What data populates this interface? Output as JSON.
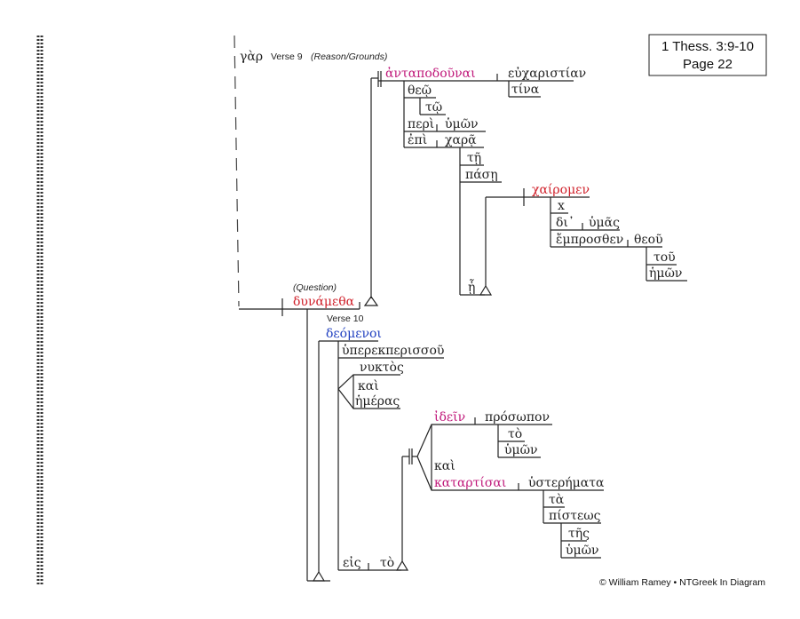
{
  "reference": {
    "line1": "1 Thess. 3:9-10",
    "line2": "Page 22"
  },
  "labels": {
    "gar": "γὰρ",
    "verse9": "Verse 9",
    "reason": "(Reason/Grounds)",
    "question": "(Question)",
    "verse10": "Verse 10"
  },
  "words": {
    "antapodounai": "ἀνταποδοῦναι",
    "eucharistian": "εὐχαριστίαν",
    "tina": "τίνα",
    "theo": "θεῷ",
    "to_dat": "τῷ",
    "peri": "περὶ",
    "hymon1": "ὑμῶν",
    "epi": "ἐπὶ",
    "chara": "χαρᾷ",
    "te": "τῇ",
    "pase": "πάσῃ",
    "chairomen": "χαίρομεν",
    "x": "x",
    "di": "δι᾽",
    "hymas": "ὑμᾶς",
    "emprosthen": "ἔμπροσθεν",
    "theou": "θεοῦ",
    "tou": "τοῦ",
    "hemon": "ἡμῶν",
    "he": "ᾗ",
    "dynametha": "δυνάμεθα",
    "deomenoi": "δεόμενοι",
    "hyperekperissou": "ὑπερεκπερισσοῦ",
    "nyktos": "νυκτὸς",
    "kai1": "καὶ",
    "hemeras": "ἡμέρας",
    "idein": "ἰδεῖν",
    "prosopon": "πρόσωπον",
    "to_acc": "τὸ",
    "hymon2": "ὑμῶν",
    "kai2": "καὶ",
    "katartisai": "καταρτίσαι",
    "hysteremata": "ὑστερήματα",
    "ta": "τὰ",
    "pisteos": "πίστεως",
    "tes": "τῆς",
    "hymon3": "ὑμῶν",
    "eis": "εἰς",
    "to_art": "τὸ"
  },
  "colors": {
    "verb": "#d0202a",
    "infinitive": "#c0187a",
    "participle": "#2040c0",
    "line": "#222222"
  },
  "copyright": "© William Ramey • NTGreek In Diagram"
}
